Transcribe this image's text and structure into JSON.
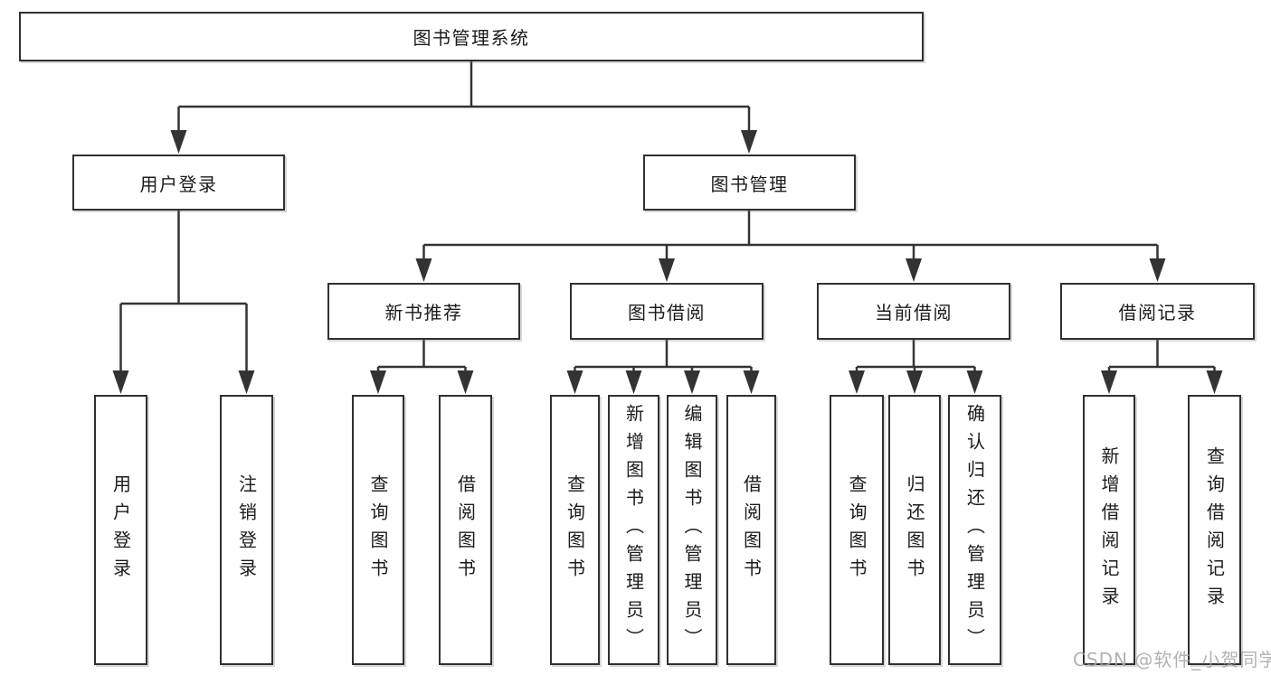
{
  "diagram": {
    "title": "图书管理系统",
    "level2": {
      "user_login": "用户登录",
      "book_management": "图书管理"
    },
    "level3": {
      "new_book_recommend": "新书推荐",
      "book_borrow": "图书借阅",
      "current_borrow": "当前借阅",
      "borrow_records": "借阅记录"
    },
    "leaves": {
      "user_login": [
        "用户登录",
        "注销登录"
      ],
      "new_book_recommend": [
        "查询图书",
        "借阅图书"
      ],
      "book_borrow": [
        "查询图书",
        "新增图书（管理员）",
        "编辑图书（管理员）",
        "借阅图书"
      ],
      "current_borrow": [
        "查询图书",
        "归还图书",
        "确认归还（管理员）"
      ],
      "borrow_records": [
        "新增借阅记录",
        "查询借阅记录"
      ]
    }
  },
  "watermark": "CSDN @软件_小贺同学",
  "colors": {
    "line": "#333333",
    "box_border": "#303030",
    "text": "#1b1b1b",
    "watermark": "#a5a5a5",
    "background": "#ffffff"
  }
}
